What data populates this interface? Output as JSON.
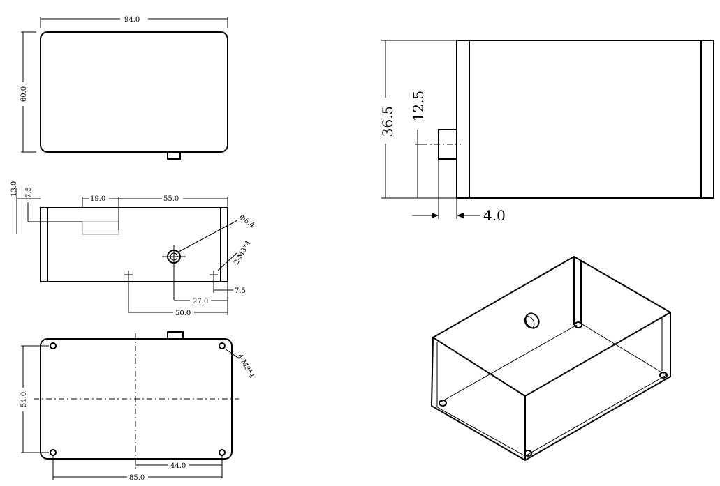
{
  "top_view": {
    "width": "94.0",
    "height": "60.0"
  },
  "front_view": {
    "d13": "13.0",
    "d7_5_left": "7.5",
    "d19": "19.0",
    "d55": "55.0",
    "hole_dia": "Φ6.4",
    "screw_side": "2-M3*4",
    "d27": "27.0",
    "d7_5_right": "7.5",
    "d50": "50.0"
  },
  "bottom_view": {
    "screws": "4-M3*4",
    "d54": "54.0",
    "d44": "44.0",
    "d85": "85.0"
  },
  "side_view": {
    "height": "36.5",
    "offset": "12.5",
    "depth": "4.0"
  }
}
